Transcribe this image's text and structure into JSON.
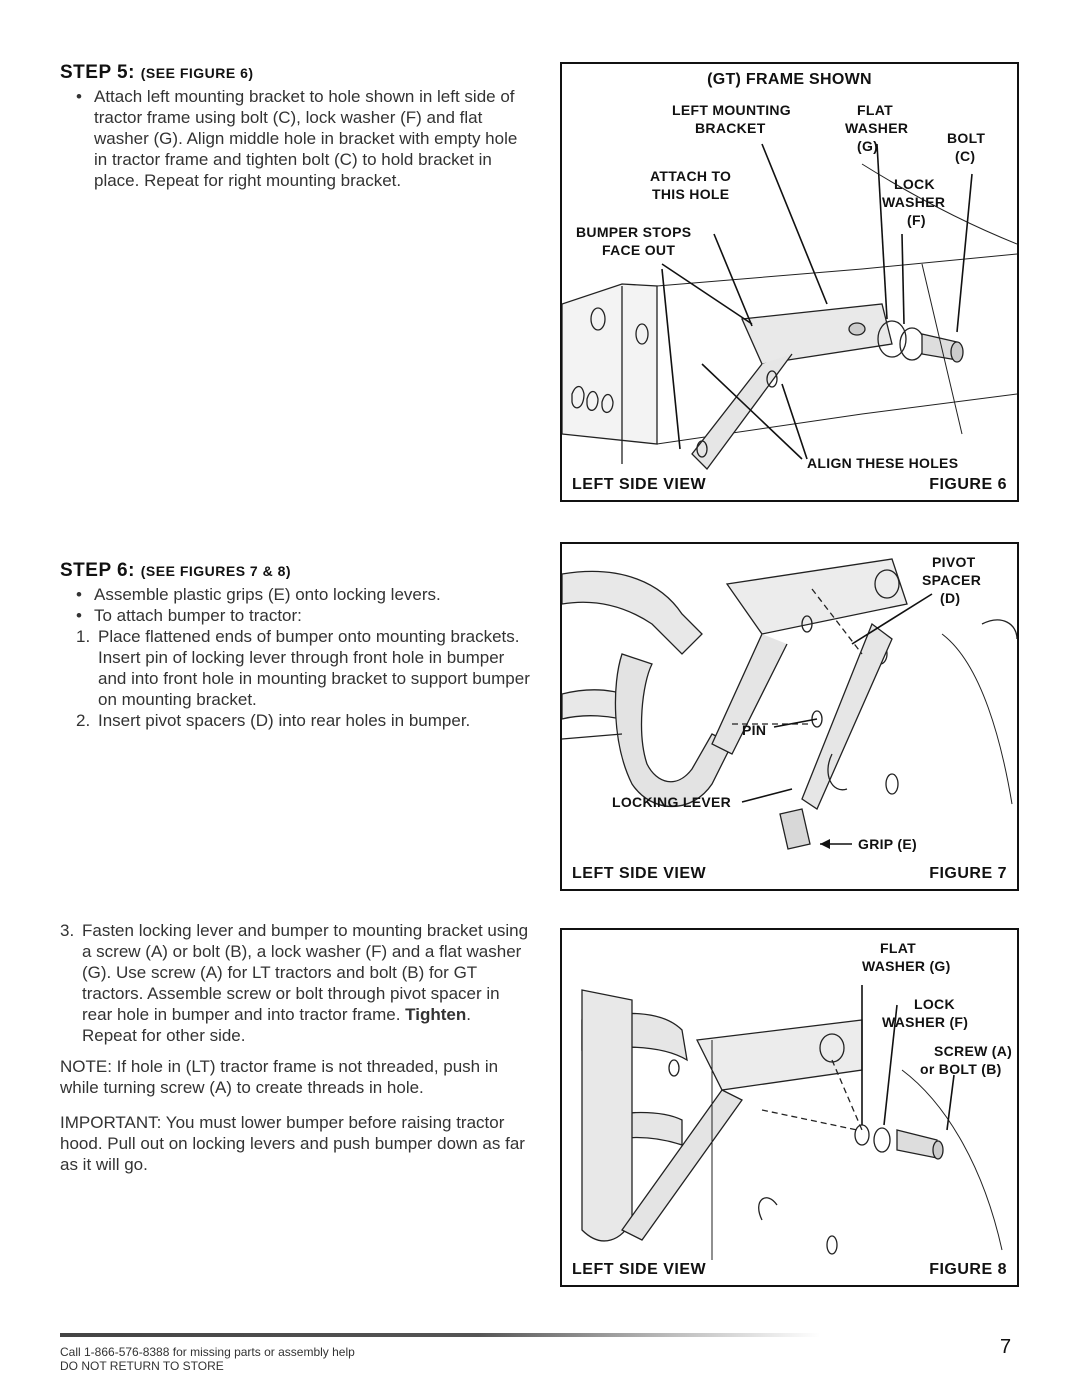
{
  "step5": {
    "title": "STEP 5:",
    "sub": "(SEE FIGURE 6)",
    "bullet": "Attach left mounting bracket to hole shown in left side of tractor frame using bolt (C), lock washer (F) and flat washer (G). Align middle hole in bracket with empty hole in tractor frame and tighten bolt (C) to hold bracket in place. Repeat for right mounting bracket."
  },
  "step6": {
    "title": "STEP 6:",
    "sub": "(SEE FIGURES 7 & 8)",
    "bullets": [
      "Assemble plastic grips (E) onto locking levers.",
      "To attach bumper to tractor:"
    ],
    "items": [
      {
        "n": "1.",
        "text": "Place flattened ends of bumper onto mounting brackets. Insert pin of locking lever through front hole in bumper and into front hole in mounting bracket to support bumper on mounting bracket."
      },
      {
        "n": "2.",
        "text": "Insert pivot spacers (D) into rear holes in bumper."
      },
      {
        "n": "3.",
        "text_a": "Fasten locking lever and bumper to mounting bracket using a screw (A) or bolt (B), a lock washer (F) and a flat washer (G). Use screw (A) for LT tractors and bolt (B) for GT tractors. Assemble screw or bolt through pivot spacer in rear hole in bumper and into tractor frame. ",
        "text_b": "Tighten",
        "text_c": ". Repeat for other side."
      }
    ],
    "note": "NOTE: If hole in (LT) tractor frame is not threaded, push in while turning screw (A) to create threads in hole.",
    "important": "IMPORTANT: You must lower bumper before raising tractor hood. Pull out on locking levers and push bumper down as far as it will go."
  },
  "figure6": {
    "header": "(GT) FRAME SHOWN",
    "left_mounting": "LEFT MOUNTING",
    "bracket": "BRACKET",
    "flat": "FLAT",
    "washer": "WASHER",
    "g": "(G)",
    "bolt": "BOLT",
    "c": "(C)",
    "attach_to": "ATTACH TO",
    "this_hole": "THIS HOLE",
    "lock": "LOCK",
    "washer2": "WASHER",
    "f": "(F)",
    "bumper_stops": "BUMPER STOPS",
    "face_out": "FACE OUT",
    "align": "ALIGN THESE HOLES",
    "view": "LEFT SIDE VIEW",
    "figure": "FIGURE 6"
  },
  "figure7": {
    "pivot": "PIVOT",
    "spacer": "SPACER",
    "d": "(D)",
    "pin": "PIN",
    "locking_lever": "LOCKING LEVER",
    "grip": "GRIP (E)",
    "view": "LEFT SIDE VIEW",
    "figure": "FIGURE 7"
  },
  "figure8": {
    "flat": "FLAT",
    "washer_g": "WASHER (G)",
    "lock": "LOCK",
    "washer_f": "WASHER (F)",
    "screw": "SCREW (A)",
    "bolt": "or BOLT (B)",
    "view": "LEFT SIDE VIEW",
    "figure": "FIGURE 8"
  },
  "footer": {
    "line1": "Call 1-866-576-8388 for missing parts or assembly help",
    "line2": "DO NOT RETURN TO STORE",
    "page": "7"
  }
}
